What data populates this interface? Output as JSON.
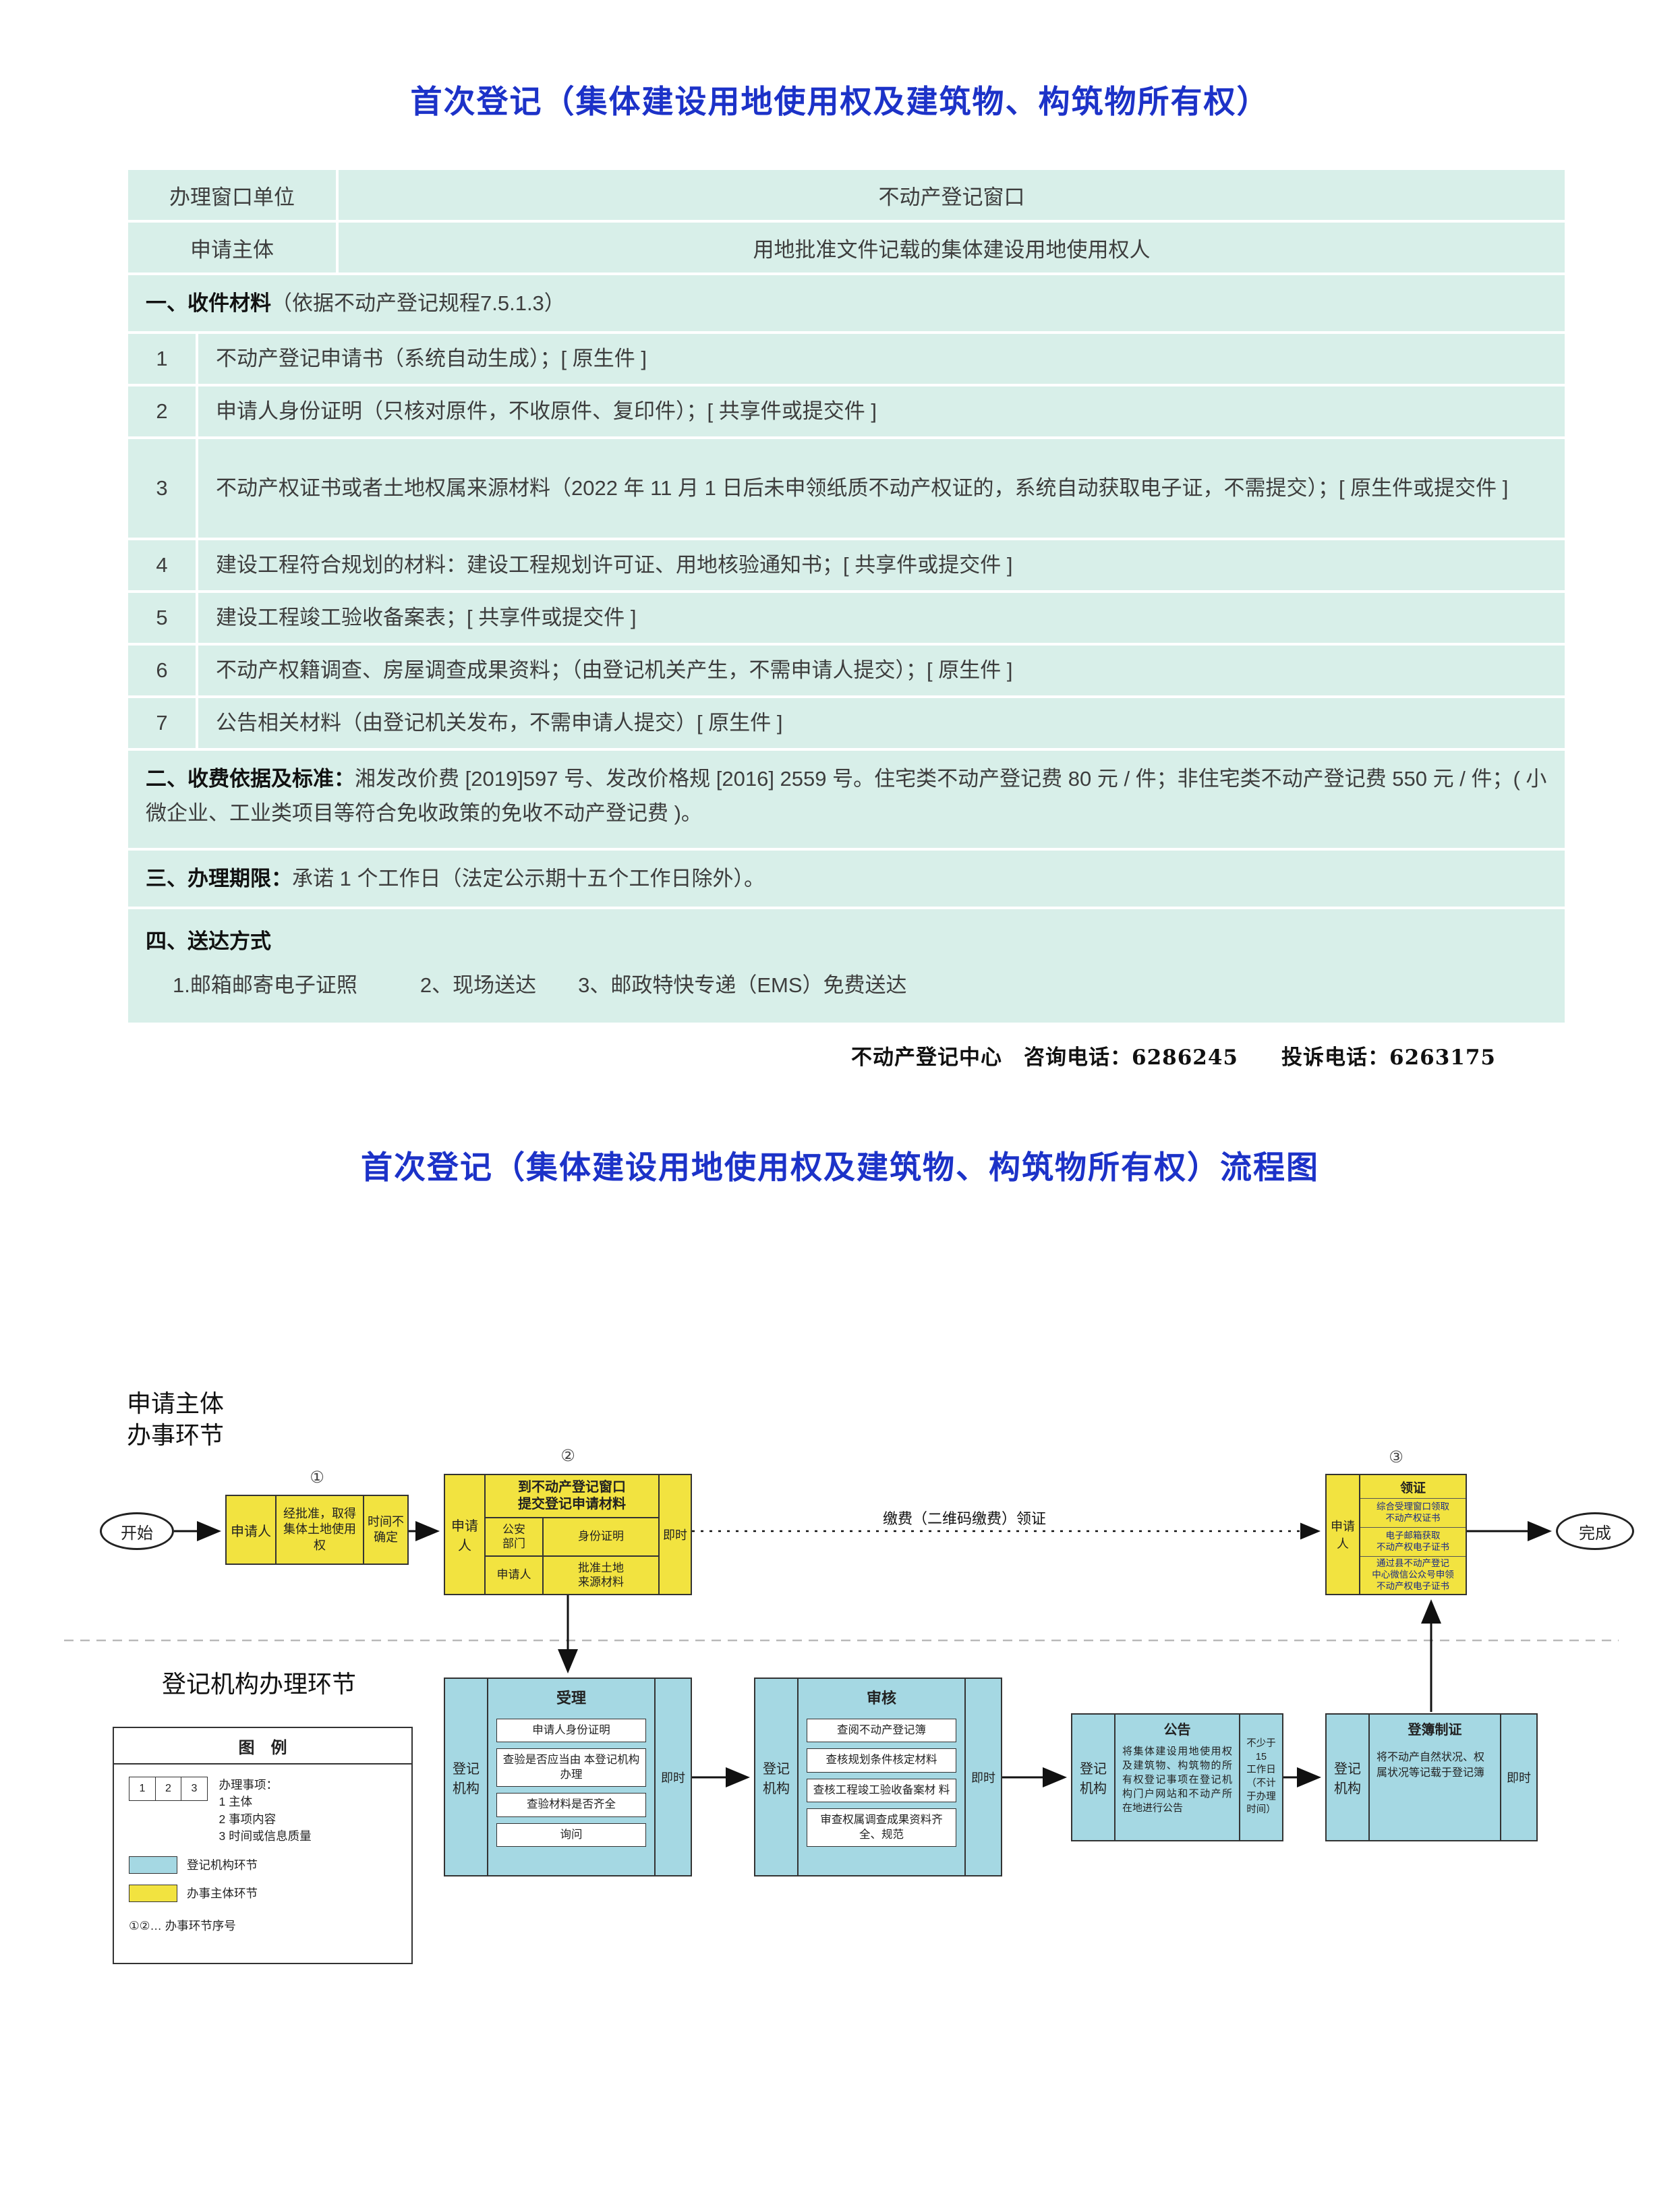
{
  "page": {
    "title1": "首次登记（集体建设用地使用权及建筑物、构筑物所有权）",
    "title2": "首次登记（集体建设用地使用权及建筑物、构筑物所有权）流程图",
    "contact": "不动产登记中心　咨询电话：6286245　　投诉电话：6263175"
  },
  "info_table": {
    "win_label": "办理窗口单位",
    "win_value": "不动产登记窗口",
    "subj_label": "申请主体",
    "subj_value": "用地批准文件记载的集体建设用地使用权人",
    "section1_bold": "一、收件材料",
    "section1_rest": "（依据不动产登记规程7.5.1.3）",
    "materials": [
      {
        "num": "1",
        "text": "不动产登记申请书（系统自动生成）；[ 原生件 ]"
      },
      {
        "num": "2",
        "text": "申请人身份证明（只核对原件，不收原件、复印件）；[ 共享件或提交件 ]"
      },
      {
        "num": "3",
        "text": "不动产权证书或者土地权属来源材料（2022 年 11 月 1 日后未申领纸质不动产权证的，系统自动获取电子证，不需提交）；[ 原生件或提交件 ]"
      },
      {
        "num": "4",
        "text": "建设工程符合规划的材料：建设工程规划许可证、用地核验通知书；[ 共享件或提交件 ]"
      },
      {
        "num": "5",
        "text": "建设工程竣工验收备案表；[ 共享件或提交件 ]"
      },
      {
        "num": "6",
        "text": "不动产权籍调查、房屋调查成果资料；（由登记机关产生，不需申请人提交）；[ 原生件 ]"
      },
      {
        "num": "7",
        "text": "公告相关材料（由登记机关发布，不需申请人提交）[ 原生件 ]"
      }
    ],
    "section2_bold": "二、收费依据及标准：",
    "section2_rest": "湘发改价费 [2019]597 号、发改价格规 [2016] 2559 号。住宅类不动产登记费 80 元 / 件；非住宅类不动产登记费 550 元 / 件；( 小微企业、工业类项目等符合免收政策的免收不动产登记费 )。",
    "section3_bold": "三、办理期限：",
    "section3_rest": "承诺 1 个工作日（法定公示期十五个工作日除外）。",
    "section4_bold": "四、送达方式",
    "section4_items": "1.邮箱邮寄电子证照　　　2、现场送达　　3、邮政特快专递（EMS）免费送达"
  },
  "flow": {
    "lane1_label": "申请主体\n办事环节",
    "lane2_label": "登记机构办理环节",
    "start_label": "开始",
    "end_label": "完成",
    "pay_label": "缴费（二维码缴费）领证",
    "step1": {
      "num": "①",
      "actor": "申请人",
      "content": "经批准，取得集体土地使用权",
      "time": "时间不\n确定"
    },
    "step2": {
      "num": "②",
      "actor": "申请人",
      "title": "到不动产登记窗口\n提交登记申请材料",
      "row1_left": "公安\n部门",
      "row1_right": "身份证明",
      "row2_left": "申请人",
      "row2_right": "批准土地\n来源材料",
      "time": "即时"
    },
    "step3": {
      "num": "③",
      "actor": "申请人",
      "title": "领证",
      "items": [
        "综合受理窗口领取\n不动产权证书",
        "电子邮箱获取\n不动产权电子证书",
        "通过县不动产登记\n中心微信公众号申领\n不动产权电子证书"
      ]
    },
    "accept": {
      "title": "受理",
      "actor": "登记\n机构",
      "items": [
        "申请人身份证明",
        "查验是否应当由\n本登记机构办理",
        "查验材料是否齐全",
        "询问"
      ],
      "time": "即时"
    },
    "review": {
      "title": "审核",
      "actor": "登记\n机构",
      "items": [
        "查阅不动产登记簿",
        "查核规划条件核定材料",
        "查核工程竣工验收备案材\n料",
        "审查权属调查成果资料齐\n全、规范"
      ],
      "time": "即时"
    },
    "announce": {
      "title": "公告",
      "actor": "登记\n机构",
      "content": "将集体建设用地使用权及建筑物、构筑物的所有权登记事项在登记机构门户网站和不动产所在地进行公告",
      "time": "不少于\n15\n工作日\n（不计\n于办理\n时间）"
    },
    "record": {
      "title": "登簿制证",
      "actor": "登记\n机构",
      "content": "将不动产自然状况、权属状况等记载于登记簿",
      "time": "即时"
    },
    "legend": {
      "title": "图　例",
      "cells": [
        "1",
        "2",
        "3"
      ],
      "note": "办理事项：\n1 主体\n2 事项内容\n3 时间或信息质量",
      "cyan_label": "登记机构环节",
      "yellow_label": "办事主体环节",
      "seq_label": "①②… 办事环节序号"
    }
  }
}
